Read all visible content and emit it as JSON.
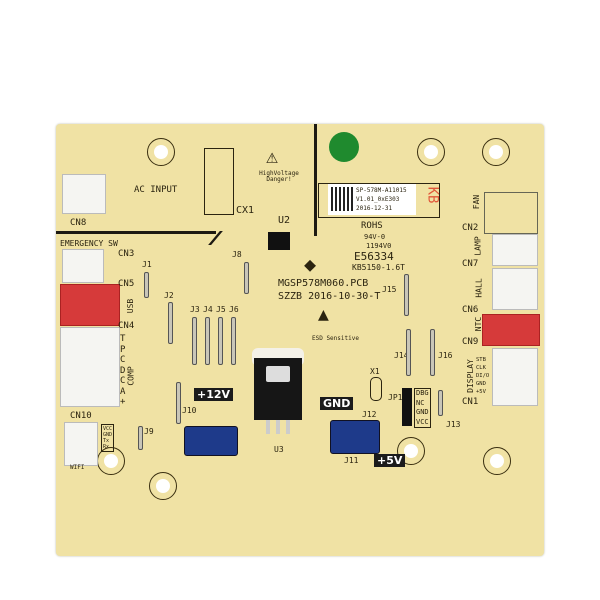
{
  "board": {
    "ac_input": "AC INPUT",
    "cn8": "CN8",
    "cx1": "CX1",
    "u2": "U2",
    "hv_warning": "HighVoltage Danger!",
    "sticker": {
      "line1": "SP-578M-A11015",
      "line2": "V1.01_0xE303",
      "line3": "2016-12-31"
    },
    "kb_mark": "KB",
    "rohs": "ROHS",
    "rating": "94V-0",
    "cert": "1194V0",
    "ul_number": "E56334",
    "material": "KB5150-1.6T",
    "pcb_name": "MGSP578M060.PCB",
    "pcb_date": "SZZB 2016-10-30-T",
    "esd": "ESD Sensitive",
    "emergency_sw": "EMERGENCY SW",
    "cn3": "CN3",
    "cn5": "CN5",
    "usb": "USB",
    "cn4": "CN4",
    "comp_pins": [
      "T",
      "P",
      "C",
      "D",
      "C",
      "A",
      "+"
    ],
    "comp": "COMP",
    "cn10": "CN10",
    "wifi": "WIFI",
    "wifi_pins": [
      "VCC",
      "GND",
      "Tx",
      "Rx"
    ],
    "fan": "FAN",
    "cn2": "CN2",
    "lamp": "LAMP",
    "cn7": "CN7",
    "hall": "HALL",
    "cn6": "CN6",
    "ntc": "NTC",
    "cn9": "CN9",
    "display": "DISPLAY",
    "cn1": "CN1",
    "display_pins": [
      "STB",
      "CLK",
      "DI/O",
      "GND",
      "+5V"
    ],
    "jumpers": [
      "J1",
      "J2",
      "J3",
      "J4",
      "J5",
      "J6",
      "J8",
      "J9",
      "J10",
      "J11",
      "J12",
      "J13",
      "J14",
      "J15",
      "J16"
    ],
    "x1": "X1",
    "jp1": "JP1",
    "jp1_pins": [
      "DBG",
      "NC",
      "GND",
      "VCC"
    ],
    "u3": "U3",
    "plus12v": "+12V",
    "gnd": "GND",
    "plus5v": "+5V"
  },
  "colors": {
    "board": "#f0e2a4",
    "silk": "#2b2410",
    "connector_red": "#d63a3a",
    "capacitor": "#1e3a8a"
  }
}
